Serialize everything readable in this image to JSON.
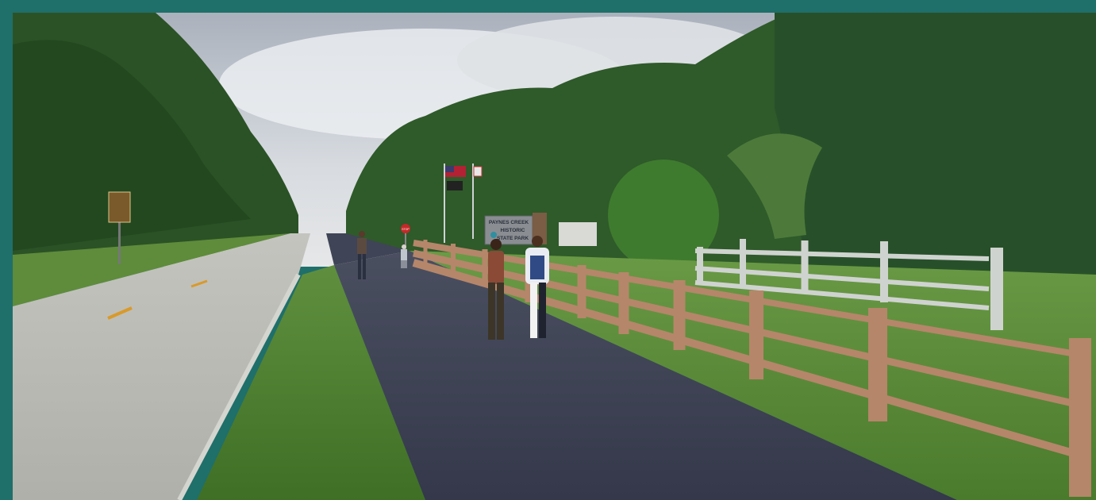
{
  "image": {
    "frame_color": "#1f6f6a",
    "sign": {
      "line1": "PAYNES CREEK",
      "line2": "HISTORIC",
      "line3": "STATE PARK"
    },
    "stop_sign": "STOP",
    "colors": {
      "sky": "#c9ced6",
      "trees": "#2f5a2a",
      "grass": "#4f7d35",
      "trail": "#3b3f52",
      "road": "#b9b9b3",
      "fence": "#b8876a"
    }
  }
}
